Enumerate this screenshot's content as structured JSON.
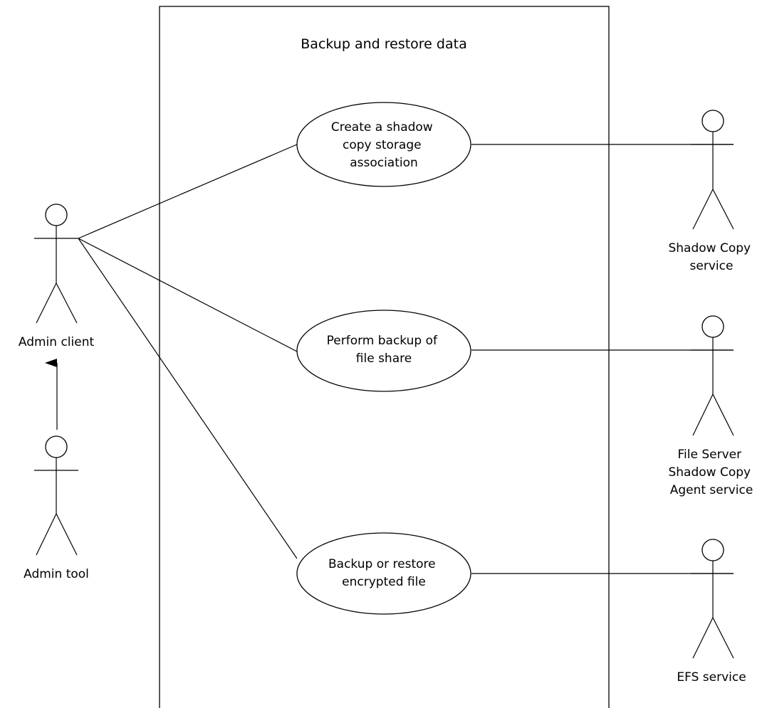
{
  "system": {
    "title": "Backup and restore data"
  },
  "use_cases": [
    {
      "id": "uc1",
      "lines": [
        "Create a shadow",
        "copy storage",
        "association"
      ]
    },
    {
      "id": "uc2",
      "lines": [
        "Perform backup of",
        "file share"
      ]
    },
    {
      "id": "uc3",
      "lines": [
        "Backup or restore",
        "encrypted file"
      ]
    }
  ],
  "actors": [
    {
      "id": "admin-client",
      "lines": [
        "Admin client"
      ]
    },
    {
      "id": "admin-tool",
      "lines": [
        "Admin tool"
      ]
    },
    {
      "id": "shadow-copy-service",
      "lines": [
        "Shadow Copy",
        "service"
      ]
    },
    {
      "id": "file-server-agent",
      "lines": [
        "File Server",
        "Shadow Copy",
        "Agent service"
      ]
    },
    {
      "id": "efs-service",
      "lines": [
        "EFS service"
      ]
    }
  ],
  "relations": [
    {
      "from": "admin-client",
      "to": "uc1",
      "type": "association"
    },
    {
      "from": "admin-client",
      "to": "uc2",
      "type": "association"
    },
    {
      "from": "admin-client",
      "to": "uc3",
      "type": "association"
    },
    {
      "from": "uc1",
      "to": "shadow-copy-service",
      "type": "association"
    },
    {
      "from": "uc2",
      "to": "file-server-agent",
      "type": "association"
    },
    {
      "from": "uc3",
      "to": "efs-service",
      "type": "association"
    },
    {
      "from": "admin-tool",
      "to": "admin-client",
      "type": "generalization"
    }
  ]
}
